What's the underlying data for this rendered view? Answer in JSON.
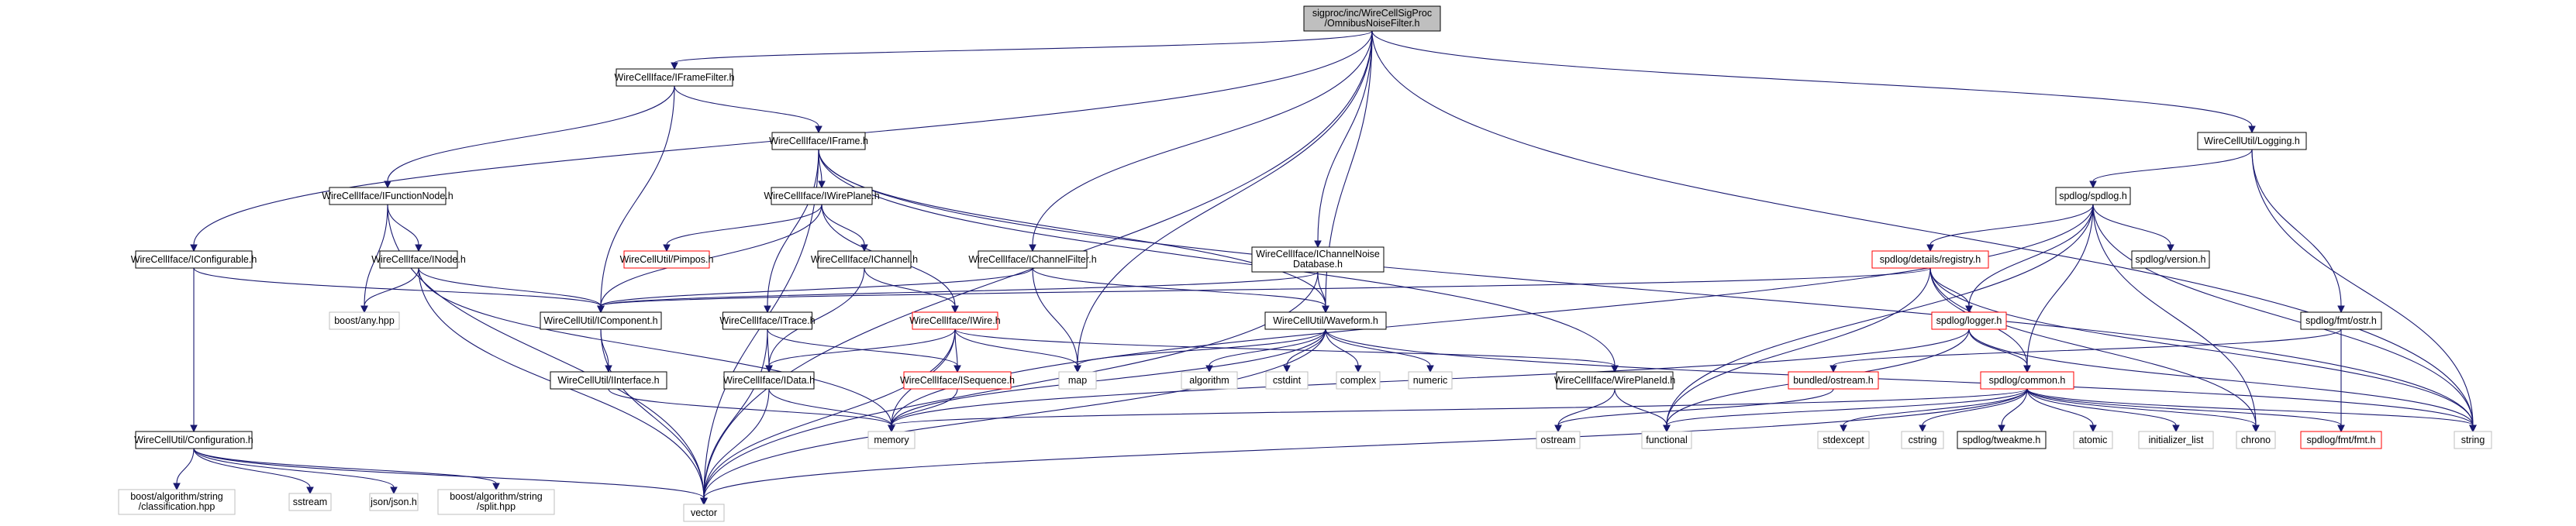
{
  "colors": {
    "edge": "#191970",
    "border_default": "#000000",
    "border_undocumented": "#ff0000",
    "border_external": "#bfbfbf",
    "fill_root": "#bfbfbf",
    "fill_default": "#ffffff"
  },
  "nodes": [
    {
      "id": "root",
      "lines": [
        "sigproc/inc/WireCellSigProc",
        "/OmnibusNoiseFilter.h"
      ],
      "kind": "root"
    },
    {
      "id": "framefilter",
      "lines": [
        "WireCellIface/IFrameFilter.h"
      ],
      "kind": "normal"
    },
    {
      "id": "logging",
      "lines": [
        "WireCellUtil/Logging.h"
      ],
      "kind": "normal"
    },
    {
      "id": "iframe",
      "lines": [
        "WireCellIface/IFrame.h"
      ],
      "kind": "normal"
    },
    {
      "id": "functionnode",
      "lines": [
        "WireCellIface/IFunctionNode.h"
      ],
      "kind": "normal"
    },
    {
      "id": "wireplane",
      "lines": [
        "WireCellIface/IWirePlane.h"
      ],
      "kind": "normal"
    },
    {
      "id": "spdlog",
      "lines": [
        "spdlog/spdlog.h"
      ],
      "kind": "normal"
    },
    {
      "id": "configurable",
      "lines": [
        "WireCellIface/IConfigurable.h"
      ],
      "kind": "normal"
    },
    {
      "id": "inode",
      "lines": [
        "WireCellIface/INode.h"
      ],
      "kind": "normal"
    },
    {
      "id": "pimpos",
      "lines": [
        "WireCellUtil/Pimpos.h"
      ],
      "kind": "red"
    },
    {
      "id": "ichannel",
      "lines": [
        "WireCellIface/IChannel.h"
      ],
      "kind": "normal"
    },
    {
      "id": "channelfilter",
      "lines": [
        "WireCellIface/IChannelFilter.h"
      ],
      "kind": "normal"
    },
    {
      "id": "noisedb",
      "lines": [
        "WireCellIface/IChannelNoise",
        "Database.h"
      ],
      "kind": "normal"
    },
    {
      "id": "registry",
      "lines": [
        "spdlog/details/registry.h"
      ],
      "kind": "red"
    },
    {
      "id": "version",
      "lines": [
        "spdlog/version.h"
      ],
      "kind": "normal"
    },
    {
      "id": "boostany",
      "lines": [
        "boost/any.hpp"
      ],
      "kind": "grey"
    },
    {
      "id": "component",
      "lines": [
        "WireCellUtil/IComponent.h"
      ],
      "kind": "normal"
    },
    {
      "id": "itrace",
      "lines": [
        "WireCellIface/ITrace.h"
      ],
      "kind": "normal"
    },
    {
      "id": "iwire",
      "lines": [
        "WireCellIface/IWire.h"
      ],
      "kind": "red"
    },
    {
      "id": "waveform",
      "lines": [
        "WireCellUtil/Waveform.h"
      ],
      "kind": "normal"
    },
    {
      "id": "logger",
      "lines": [
        "spdlog/logger.h"
      ],
      "kind": "red"
    },
    {
      "id": "ostr",
      "lines": [
        "spdlog/fmt/ostr.h"
      ],
      "kind": "normal"
    },
    {
      "id": "interface",
      "lines": [
        "WireCellUtil/IInterface.h"
      ],
      "kind": "normal"
    },
    {
      "id": "idata",
      "lines": [
        "WireCellIface/IData.h"
      ],
      "kind": "normal"
    },
    {
      "id": "isequence",
      "lines": [
        "WireCellIface/ISequence.h"
      ],
      "kind": "red"
    },
    {
      "id": "map",
      "lines": [
        "map"
      ],
      "kind": "grey"
    },
    {
      "id": "algorithm",
      "lines": [
        "algorithm"
      ],
      "kind": "grey"
    },
    {
      "id": "cstdint",
      "lines": [
        "cstdint"
      ],
      "kind": "grey"
    },
    {
      "id": "complex",
      "lines": [
        "complex"
      ],
      "kind": "grey"
    },
    {
      "id": "numeric",
      "lines": [
        "numeric"
      ],
      "kind": "grey"
    },
    {
      "id": "wireplaneid",
      "lines": [
        "WireCellIface/WirePlaneId.h"
      ],
      "kind": "normal"
    },
    {
      "id": "bundled",
      "lines": [
        "bundled/ostream.h"
      ],
      "kind": "red"
    },
    {
      "id": "common",
      "lines": [
        "spdlog/common.h"
      ],
      "kind": "red"
    },
    {
      "id": "configuration",
      "lines": [
        "WireCellUtil/Configuration.h"
      ],
      "kind": "normal"
    },
    {
      "id": "memory",
      "lines": [
        "memory"
      ],
      "kind": "grey"
    },
    {
      "id": "ostream",
      "lines": [
        "ostream"
      ],
      "kind": "grey"
    },
    {
      "id": "functional",
      "lines": [
        "functional"
      ],
      "kind": "grey"
    },
    {
      "id": "stdexcept",
      "lines": [
        "stdexcept"
      ],
      "kind": "grey"
    },
    {
      "id": "cstring",
      "lines": [
        "cstring"
      ],
      "kind": "grey"
    },
    {
      "id": "tweakme",
      "lines": [
        "spdlog/tweakme.h"
      ],
      "kind": "normal"
    },
    {
      "id": "atomic",
      "lines": [
        "atomic"
      ],
      "kind": "grey"
    },
    {
      "id": "initlist",
      "lines": [
        "initializer_list"
      ],
      "kind": "grey"
    },
    {
      "id": "chrono",
      "lines": [
        "chrono"
      ],
      "kind": "grey"
    },
    {
      "id": "fmt",
      "lines": [
        "spdlog/fmt/fmt.h"
      ],
      "kind": "red"
    },
    {
      "id": "string",
      "lines": [
        "string"
      ],
      "kind": "grey"
    },
    {
      "id": "classification",
      "lines": [
        "boost/algorithm/string",
        "/classification.hpp"
      ],
      "kind": "grey"
    },
    {
      "id": "sstream",
      "lines": [
        "sstream"
      ],
      "kind": "grey"
    },
    {
      "id": "json",
      "lines": [
        "json/json.h"
      ],
      "kind": "grey"
    },
    {
      "id": "split",
      "lines": [
        "boost/algorithm/string",
        "/split.hpp"
      ],
      "kind": "grey"
    },
    {
      "id": "vector",
      "lines": [
        "vector"
      ],
      "kind": "grey"
    }
  ],
  "edges": [
    [
      "root",
      "framefilter"
    ],
    [
      "root",
      "logging"
    ],
    [
      "root",
      "configurable"
    ],
    [
      "root",
      "channelfilter"
    ],
    [
      "root",
      "noisedb"
    ],
    [
      "root",
      "waveform"
    ],
    [
      "root",
      "map"
    ],
    [
      "root",
      "string"
    ],
    [
      "root",
      "vector"
    ],
    [
      "framefilter",
      "iframe"
    ],
    [
      "framefilter",
      "functionnode"
    ],
    [
      "framefilter",
      "component"
    ],
    [
      "iframe",
      "wireplane"
    ],
    [
      "iframe",
      "itrace"
    ],
    [
      "iframe",
      "waveform"
    ],
    [
      "iframe",
      "wireplaneid"
    ],
    [
      "iframe",
      "string"
    ],
    [
      "iframe",
      "vector"
    ],
    [
      "functionnode",
      "inode"
    ],
    [
      "functionnode",
      "boostany"
    ],
    [
      "functionnode",
      "vector"
    ],
    [
      "wireplane",
      "pimpos"
    ],
    [
      "wireplane",
      "ichannel"
    ],
    [
      "wireplane",
      "iwire"
    ],
    [
      "wireplane",
      "component"
    ],
    [
      "configurable",
      "component"
    ],
    [
      "configurable",
      "configuration"
    ],
    [
      "inode",
      "component"
    ],
    [
      "inode",
      "boostany"
    ],
    [
      "inode",
      "memory"
    ],
    [
      "inode",
      "vector"
    ],
    [
      "ichannel",
      "iwire"
    ],
    [
      "ichannel",
      "idata"
    ],
    [
      "channelfilter",
      "component"
    ],
    [
      "channelfilter",
      "waveform"
    ],
    [
      "channelfilter",
      "map"
    ],
    [
      "noisedb",
      "component"
    ],
    [
      "noisedb",
      "waveform"
    ],
    [
      "noisedb",
      "vector"
    ],
    [
      "logging",
      "spdlog"
    ],
    [
      "logging",
      "ostr"
    ],
    [
      "logging",
      "string"
    ],
    [
      "spdlog",
      "registry"
    ],
    [
      "spdlog",
      "version"
    ],
    [
      "spdlog",
      "logger"
    ],
    [
      "spdlog",
      "common"
    ],
    [
      "spdlog",
      "functional"
    ],
    [
      "spdlog",
      "memory"
    ],
    [
      "spdlog",
      "chrono"
    ],
    [
      "spdlog",
      "string"
    ],
    [
      "registry",
      "component"
    ],
    [
      "registry",
      "logger"
    ],
    [
      "registry",
      "common"
    ],
    [
      "registry",
      "functional"
    ],
    [
      "registry",
      "chrono"
    ],
    [
      "registry",
      "string"
    ],
    [
      "component",
      "interface"
    ],
    [
      "component",
      "vector"
    ],
    [
      "itrace",
      "idata"
    ],
    [
      "itrace",
      "isequence"
    ],
    [
      "itrace",
      "vector"
    ],
    [
      "iwire",
      "idata"
    ],
    [
      "iwire",
      "isequence"
    ],
    [
      "iwire",
      "wireplaneid"
    ],
    [
      "iwire",
      "map"
    ],
    [
      "iwire",
      "memory"
    ],
    [
      "iwire",
      "vector"
    ],
    [
      "waveform",
      "map"
    ],
    [
      "waveform",
      "algorithm"
    ],
    [
      "waveform",
      "cstdint"
    ],
    [
      "waveform",
      "complex"
    ],
    [
      "waveform",
      "numeric"
    ],
    [
      "waveform",
      "memory"
    ],
    [
      "waveform",
      "string"
    ],
    [
      "waveform",
      "vector"
    ],
    [
      "logger",
      "common"
    ],
    [
      "logger",
      "memory"
    ],
    [
      "logger",
      "functional"
    ],
    [
      "logger",
      "string"
    ],
    [
      "ostr",
      "bundled"
    ],
    [
      "ostr",
      "fmt"
    ],
    [
      "interface",
      "memory"
    ],
    [
      "idata",
      "memory"
    ],
    [
      "idata",
      "vector"
    ],
    [
      "isequence",
      "memory"
    ],
    [
      "wireplaneid",
      "ostream"
    ],
    [
      "wireplaneid",
      "functional"
    ],
    [
      "bundled",
      "ostream"
    ],
    [
      "common",
      "stdexcept"
    ],
    [
      "common",
      "cstring"
    ],
    [
      "common",
      "tweakme"
    ],
    [
      "common",
      "atomic"
    ],
    [
      "common",
      "initlist"
    ],
    [
      "common",
      "chrono"
    ],
    [
      "common",
      "fmt"
    ],
    [
      "common",
      "functional"
    ],
    [
      "common",
      "memory"
    ],
    [
      "common",
      "string"
    ],
    [
      "common",
      "vector"
    ],
    [
      "configuration",
      "classification"
    ],
    [
      "configuration",
      "sstream"
    ],
    [
      "configuration",
      "json"
    ],
    [
      "configuration",
      "split"
    ],
    [
      "configuration",
      "vector"
    ]
  ]
}
